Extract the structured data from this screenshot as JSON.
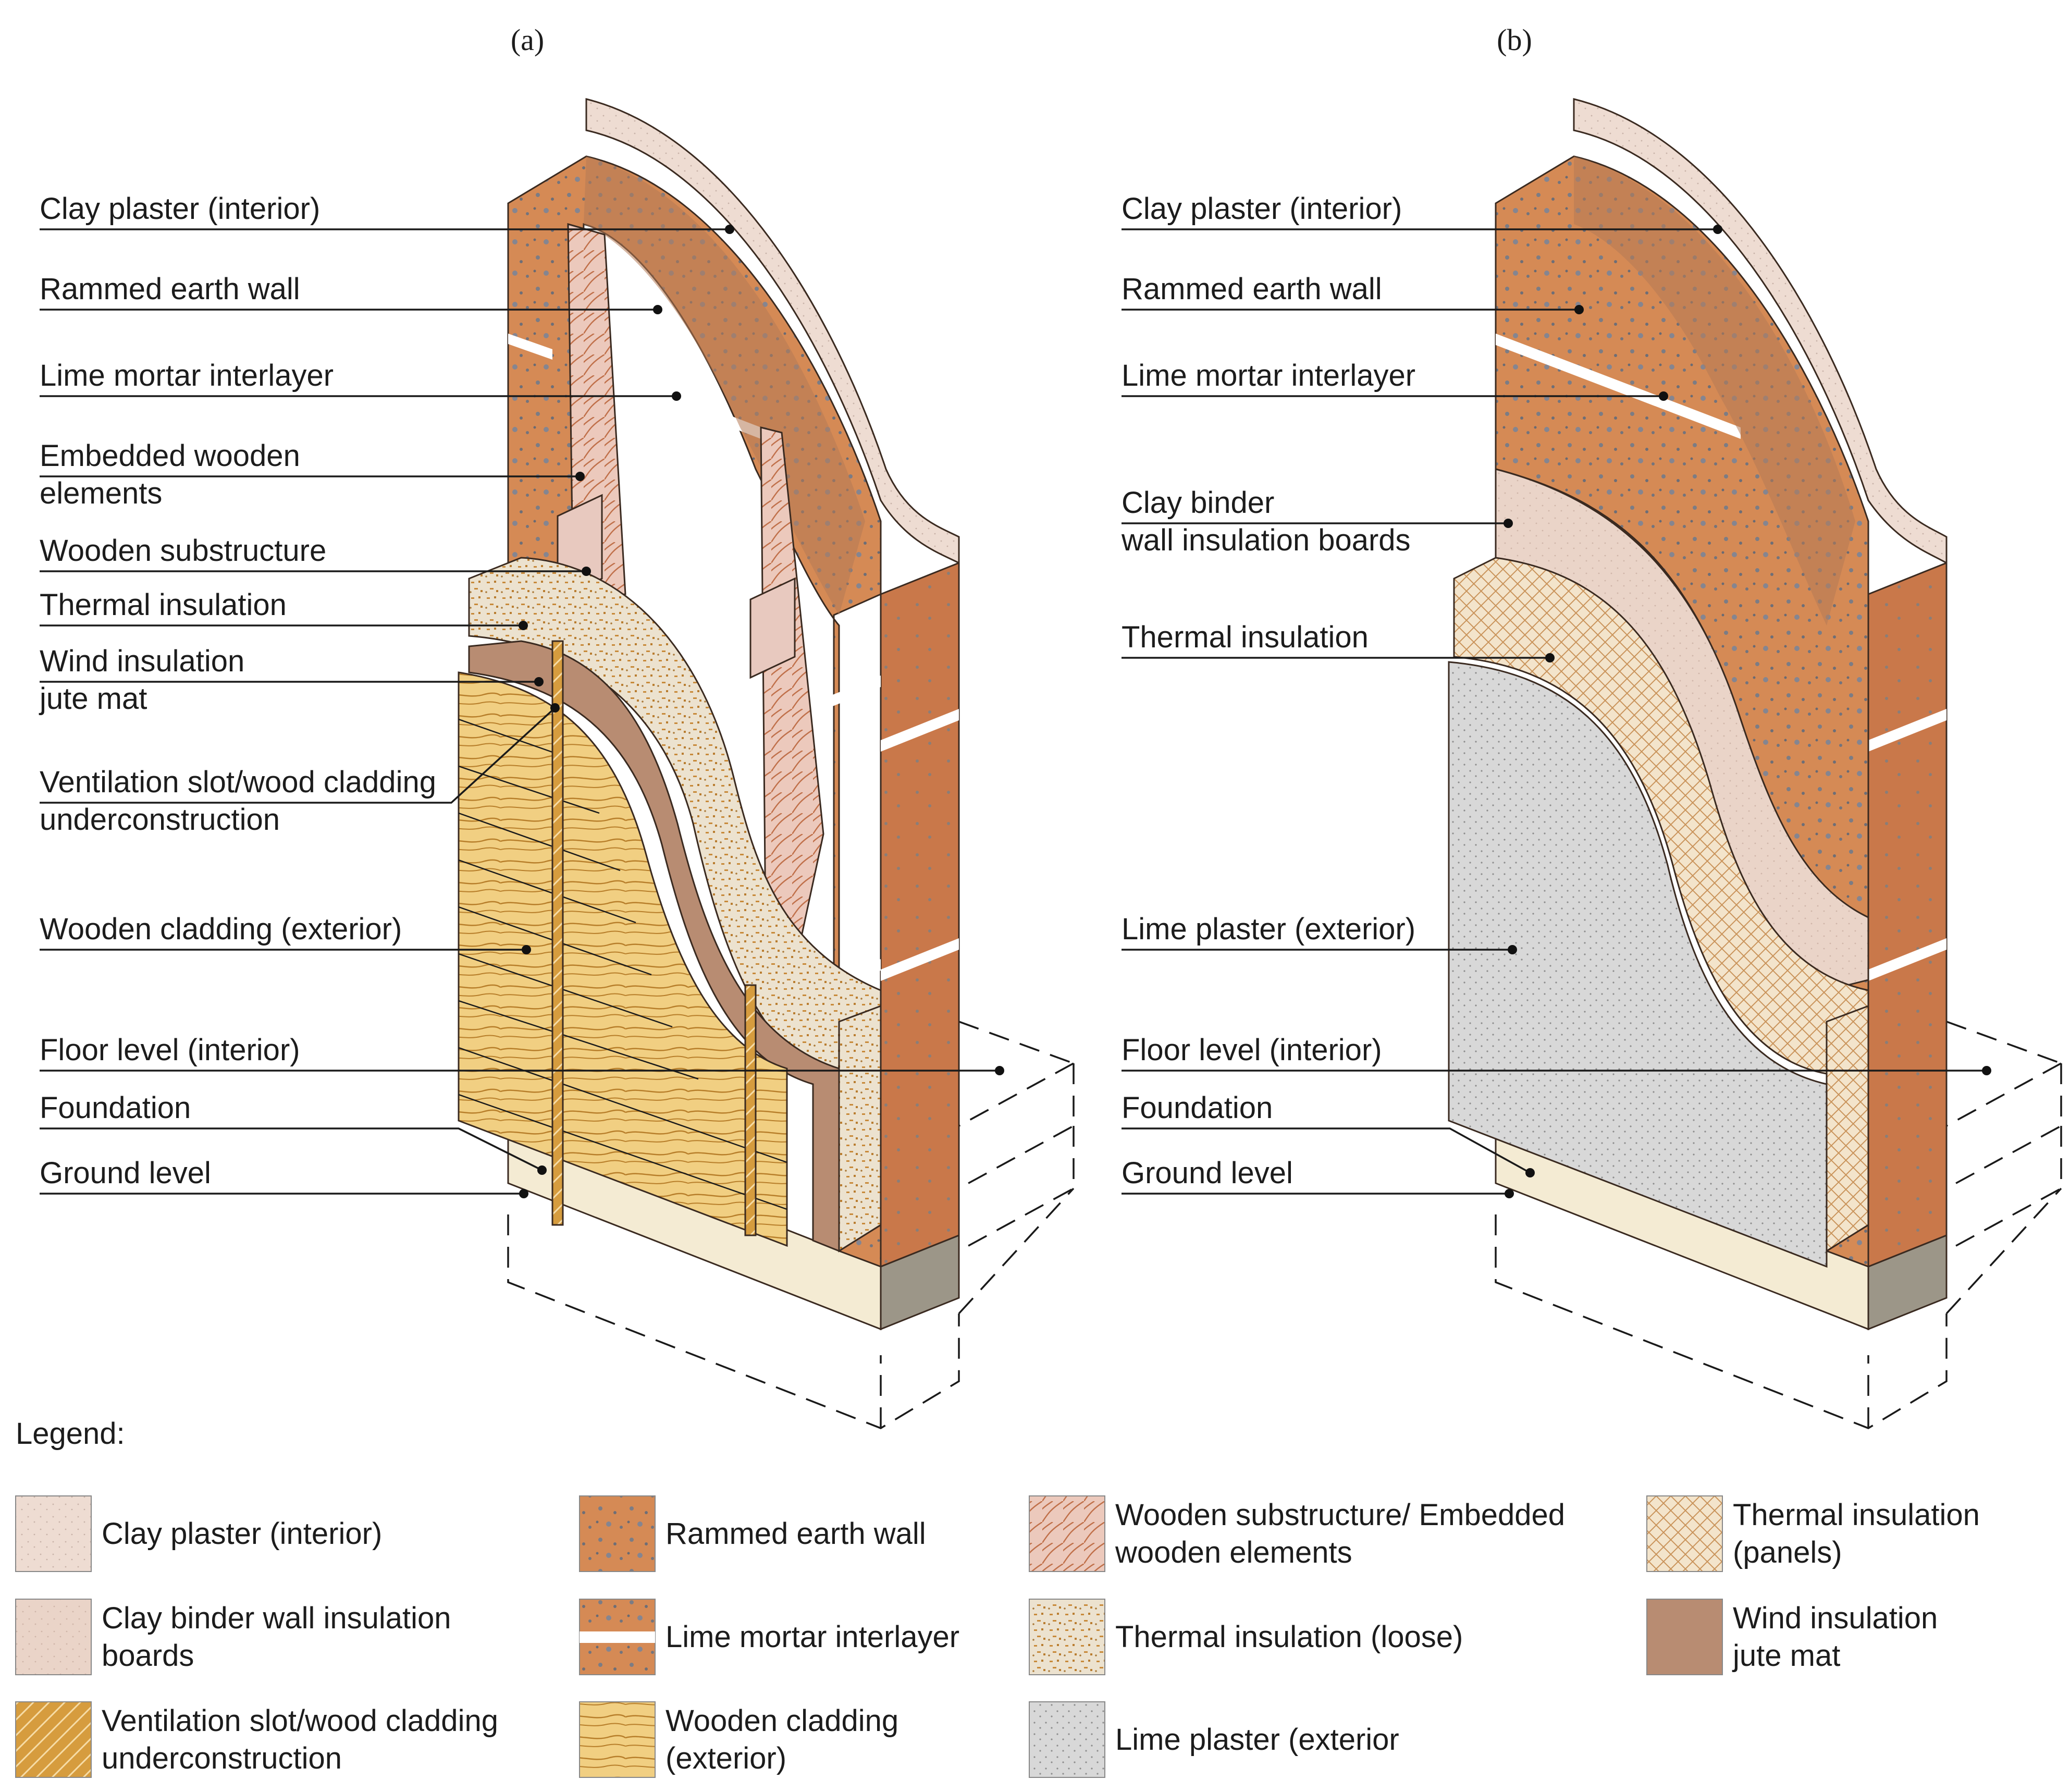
{
  "panel_a": {
    "caption": "(a)",
    "labels": [
      "Clay plaster (interior)",
      "Rammed earth wall",
      "Lime mortar interlayer",
      "Embedded wooden|elements",
      "Wooden substructure",
      "Thermal insulation",
      "Wind insulation|jute mat",
      "Ventilation slot/wood cladding|underconstruction",
      "Wooden cladding (exterior)",
      "Floor level (interior)",
      "Foundation",
      "Ground level"
    ]
  },
  "panel_b": {
    "caption": "(b)",
    "labels": [
      "Clay plaster (interior)",
      "Rammed earth wall",
      "Lime mortar interlayer",
      "Clay binder|wall insulation boards",
      "Thermal insulation",
      "Lime plaster (exterior)",
      "Floor level (interior)",
      "Foundation",
      "Ground level"
    ]
  },
  "legend": {
    "title": "Legend:",
    "items": [
      {
        "label": "Clay plaster (interior)",
        "pattern": "clay-plaster"
      },
      {
        "label": "Rammed earth wall",
        "pattern": "rammed-earth"
      },
      {
        "label": "Wooden substructure/ Embedded|wooden elements",
        "pattern": "wood-sub"
      },
      {
        "label": "Thermal insulation|(panels)",
        "pattern": "insul-panels"
      },
      {
        "label": "Clay binder wall insulation|boards",
        "pattern": "clay-binder"
      },
      {
        "label": "Lime mortar interlayer",
        "pattern": "lime-mortar"
      },
      {
        "label": "Thermal insulation (loose)",
        "pattern": "insul-loose"
      },
      {
        "label": "Wind insulation|jute mat",
        "pattern": "jute"
      },
      {
        "label": "Ventilation slot/wood cladding|underconstruction",
        "pattern": "ventilation"
      },
      {
        "label": "Wooden cladding|(exterior)",
        "pattern": "cladding"
      },
      {
        "label": "Lime plaster (exterior",
        "pattern": "lime-plaster"
      }
    ]
  },
  "colors": {
    "rammed_earth": "#d58a55",
    "rammed_earth_side": "#c9784a",
    "clay_plaster": "#eedcd2",
    "clay_binder": "#ecd7cc",
    "insul_loose": "#e9dcc6",
    "jute": "#b88c72",
    "wood_cladding": "#f0cc7e",
    "ventilation": "#d9a54a",
    "lime_plaster": "#d6d6d6",
    "foundation": "#f5ecd4",
    "foundation_side": "#9c9688",
    "insul_panels": "#f2e2c8"
  }
}
